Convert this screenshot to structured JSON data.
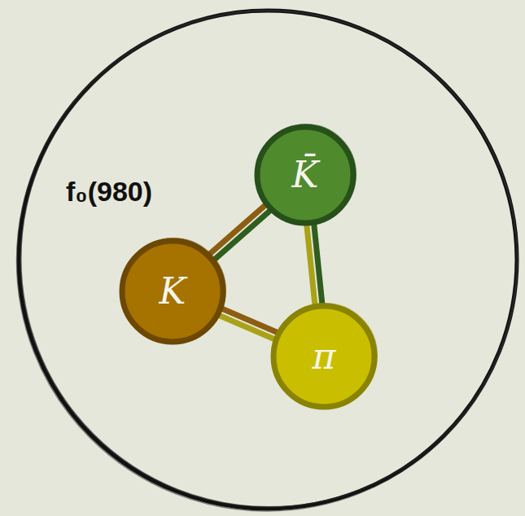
{
  "diagram": {
    "nodes": [
      {
        "text": [
          "f₀(980)"
        ]
      },
      {
        "text": [
          "K̄"
        ],
        "in": 0
      },
      {
        "text": [
          "K"
        ],
        "in": 0
      },
      {
        "text": [
          "π"
        ],
        "in": 0
      }
    ],
    "edges": [
      {
        "from": 1,
        "to": 2,
        "arrow": "none"
      },
      {
        "from": 1,
        "to": 3,
        "arrow": "none"
      },
      {
        "from": 2,
        "to": 3,
        "arrow": "none"
      }
    ]
  }
}
